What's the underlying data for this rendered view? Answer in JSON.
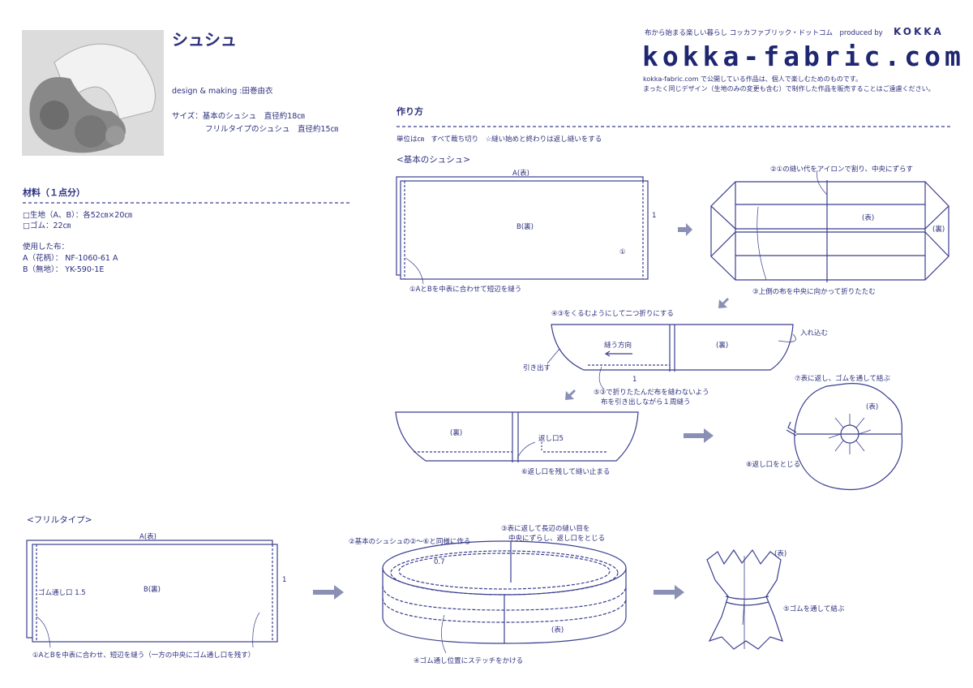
{
  "header": {
    "title": "シュシュ",
    "design": "design & making :田巻由衣",
    "size_label": "サイズ：基本のシュシュ　直径約18㎝",
    "size_label2": "フリルタイプのシュシュ　直径約15㎝"
  },
  "brand": {
    "tagline": "布から始まる楽しい暮らし コッカファブリック・ドットコム　produced by",
    "kokka": "KOKKA",
    "logo": "kokka-fabric.com",
    "notice1": "kokka-fabric.com で公開している作品は、個人で楽しむためのものです。",
    "notice2": "まったく同じデザイン（生地のみの変更も含む）で制作した作品を販売することはご遠慮ください。"
  },
  "materials": {
    "heading": "材料（１点分）",
    "items": [
      "□生地（A、B）：各52㎝×20㎝",
      "□ゴム：22㎝"
    ],
    "fabrics_heading": "使用した布：",
    "fabrics": [
      "A（花柄）： NF-1060-61 A",
      "B（無地）： YK-590-1E"
    ]
  },
  "howto": {
    "heading": "作り方",
    "units": "単位は㎝　すべて裁ち切り　☆縫い始めと終わりは返し縫いをする",
    "basic": {
      "title": "<基本のシュシュ>",
      "a_face": "A(表)",
      "b_back": "B(裏)",
      "one": "1",
      "circle1": "①",
      "step1": "①AとBを中表に合わせて短辺を縫う",
      "step2": "②①の縫い代をアイロンで割り、中央にずらす",
      "face": "(表)",
      "back": "(裏)",
      "step3": "③上側の布を中央に向かって折りたたむ",
      "step4": "④③をくるむようにして二つ折りにする",
      "sew_dir": "縫う方向",
      "tuck": "入れ込む",
      "pull": "引き出す",
      "step5a": "⑤③で折りたたんだ布を縫わないよう",
      "step5b": "布を引き出しながら１周縫う",
      "opening": "返し口5",
      "step6": "⑥返し口を残して縫い止まる",
      "step7": "⑦表に返し、ゴムを通して結ぶ",
      "step8": "⑧返し口をとじる"
    },
    "frill": {
      "title": "<フリルタイプ>",
      "a_face": "A(表)",
      "b_back": "B(裏)",
      "one": "1",
      "elastic_opening": "ゴム通し口 1.5",
      "step1": "①AとBを中表に合わせ、短辺を縫う（一方の中央にゴム通し口を残す）",
      "step2": "②基本のシュシュの②〜⑥と同様に作る",
      "step3a": "③表に返して長辺の縫い目を",
      "step3b": "中央にずらし、返し口をとじる",
      "margin": "0.7",
      "face": "(表)",
      "step4": "④ゴム通し位置にステッチをかける",
      "step5": "⑤ゴムを通して結ぶ"
    }
  },
  "colors": {
    "ink": "#2b2f7c",
    "arrow": "#8a8fb5"
  }
}
